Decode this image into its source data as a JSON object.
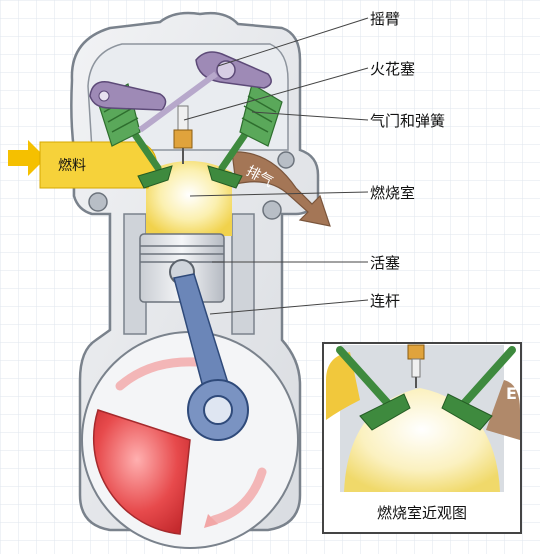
{
  "labels": {
    "rocker_arm": "摇臂",
    "spark_plug": "火花塞",
    "valve_spring": "气门和弹簧",
    "combustion_chamber": "燃烧室",
    "piston": "活塞",
    "connecting_rod": "连杆"
  },
  "flows": {
    "intake": "燃料",
    "exhaust": "排气"
  },
  "inset": {
    "caption": "燃烧室近观图",
    "partial_letter": "E"
  },
  "colors": {
    "intake_arrow": "#f5c000",
    "exhaust_arrow": "#a07050",
    "valve": "#3e8a3e",
    "rocker": "#9e8ab6",
    "chamber_glow": "#f7e27a",
    "crank_red": "#e2363a"
  }
}
